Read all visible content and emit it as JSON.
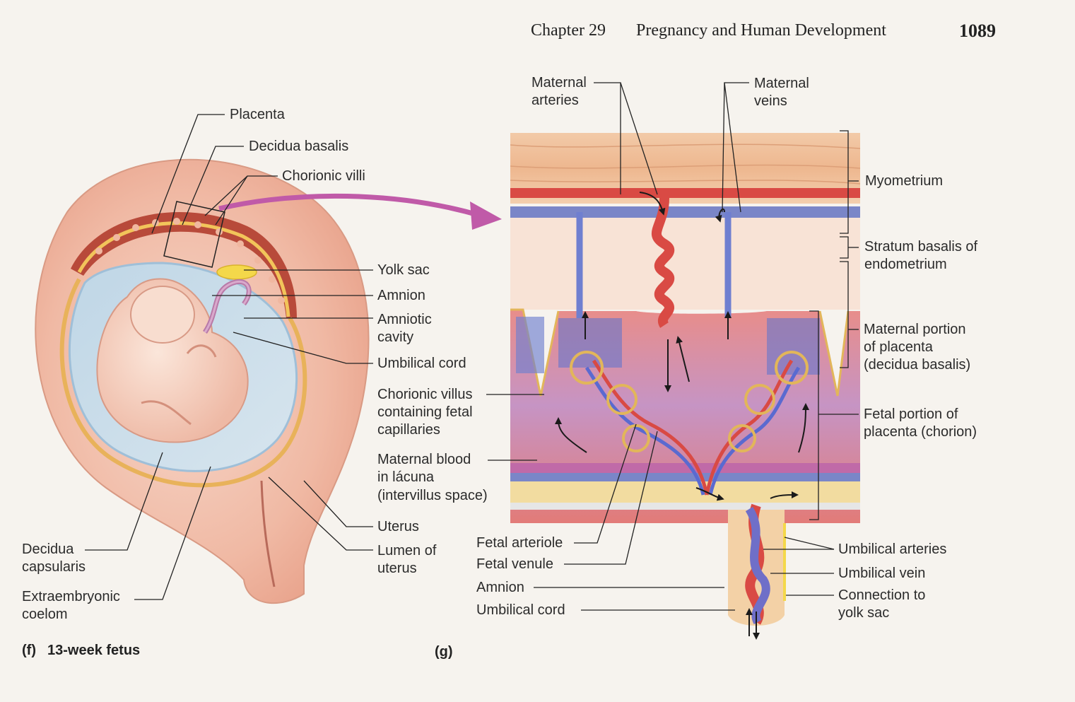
{
  "header": {
    "chapter": "Chapter 29",
    "title": "Pregnancy and Human Development",
    "page": "1089"
  },
  "panel_f": {
    "caption_letter": "(f)",
    "caption_text": "13-week fetus",
    "labels": {
      "placenta": "Placenta",
      "decidua_basalis": "Decidua basalis",
      "chorionic_villi": "Chorionic villi",
      "yolk_sac": "Yolk sac",
      "amnion": "Amnion",
      "amniotic_cavity_1": "Amniotic",
      "amniotic_cavity_2": "cavity",
      "umbilical_cord": "Umbilical cord",
      "uterus": "Uterus",
      "lumen_1": "Lumen of",
      "lumen_2": "uterus",
      "decidua_capsularis_1": "Decidua",
      "decidua_capsularis_2": "capsularis",
      "extraembryonic_1": "Extraembryonic",
      "extraembryonic_2": "coelom"
    }
  },
  "panel_g": {
    "caption_letter": "(g)",
    "labels": {
      "maternal_arteries_1": "Maternal",
      "maternal_arteries_2": "arteries",
      "maternal_veins_1": "Maternal",
      "maternal_veins_2": "veins",
      "myometrium": "Myometrium",
      "stratum_1": "Stratum basalis of",
      "stratum_2": "endometrium",
      "maternal_portion_1": "Maternal portion",
      "maternal_portion_2": "of placenta",
      "maternal_portion_3": "(decidua basalis)",
      "fetal_portion_1": "Fetal portion of",
      "fetal_portion_2": "placenta (chorion)",
      "chorionic_villus_1": "Chorionic villus",
      "chorionic_villus_2": "containing fetal",
      "chorionic_villus_3": "capillaries",
      "maternal_blood_1": "Maternal blood",
      "maternal_blood_2": "in lácuna",
      "maternal_blood_3": "(intervillus space)",
      "fetal_arteriole": "Fetal arteriole",
      "fetal_venule": "Fetal venule",
      "amnion": "Amnion",
      "umbilical_cord": "Umbilical cord",
      "umbilical_arteries": "Umbilical arteries",
      "umbilical_vein": "Umbilical vein",
      "connection_1": "Connection to",
      "connection_2": "yolk sac"
    }
  }
}
